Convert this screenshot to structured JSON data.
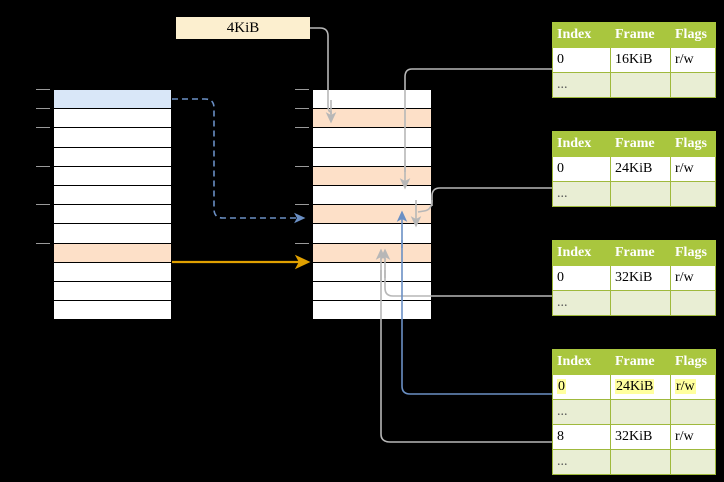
{
  "diagram": {
    "title": "",
    "label_box": {
      "text": "4KiB"
    },
    "colors": {
      "highlight_blue": "#d9e7f8",
      "highlight_peach": "#fde0c8",
      "table_header": "#a9c63e",
      "table_dots_row": "#e9eed4",
      "label_bg": "#fcefcf",
      "arrow_gray": "#b7b7b7",
      "arrow_blue": "#6a8fc4",
      "arrow_orange": "#e0a000",
      "text_highlight": "#ffff9e"
    },
    "left_column": {
      "name": "virtual-address-space",
      "rows": [
        {
          "fill": "blue"
        },
        {
          "fill": "white"
        },
        {
          "fill": "white"
        },
        {
          "fill": "white"
        },
        {
          "fill": "white"
        },
        {
          "fill": "white"
        },
        {
          "fill": "white"
        },
        {
          "fill": "white"
        },
        {
          "fill": "peach"
        },
        {
          "fill": "white"
        },
        {
          "fill": "white"
        },
        {
          "fill": "white"
        }
      ]
    },
    "middle_column": {
      "name": "physical-memory",
      "rows": [
        {
          "fill": "white"
        },
        {
          "fill": "peach"
        },
        {
          "fill": "white"
        },
        {
          "fill": "white"
        },
        {
          "fill": "peach"
        },
        {
          "fill": "white"
        },
        {
          "fill": "peach"
        },
        {
          "fill": "white"
        },
        {
          "fill": "peach"
        },
        {
          "fill": "white"
        },
        {
          "fill": "white"
        },
        {
          "fill": "white"
        }
      ]
    },
    "tables": [
      {
        "name": "page-table-level-4",
        "headers": [
          "Index",
          "Frame",
          "Flags"
        ],
        "rows": [
          {
            "type": "data",
            "cells": [
              "0",
              "16KiB",
              "r/w"
            ],
            "highlight": false
          },
          {
            "type": "dots",
            "cells": [
              "...",
              "",
              ""
            ],
            "highlight": false
          }
        ]
      },
      {
        "name": "page-table-level-3",
        "headers": [
          "Index",
          "Frame",
          "Flags"
        ],
        "rows": [
          {
            "type": "data",
            "cells": [
              "0",
              "24KiB",
              "r/w"
            ],
            "highlight": false
          },
          {
            "type": "dots",
            "cells": [
              "...",
              "",
              ""
            ],
            "highlight": false
          }
        ]
      },
      {
        "name": "page-table-level-2",
        "headers": [
          "Index",
          "Frame",
          "Flags"
        ],
        "rows": [
          {
            "type": "data",
            "cells": [
              "0",
              "32KiB",
              "r/w"
            ],
            "highlight": false
          },
          {
            "type": "dots",
            "cells": [
              "...",
              "",
              ""
            ],
            "highlight": false
          }
        ]
      },
      {
        "name": "page-table-level-1",
        "headers": [
          "Index",
          "Frame",
          "Flags"
        ],
        "rows": [
          {
            "type": "data",
            "cells": [
              "0",
              "24KiB",
              "r/w"
            ],
            "highlight": true
          },
          {
            "type": "dots",
            "cells": [
              "...",
              "",
              ""
            ],
            "highlight": false
          },
          {
            "type": "data",
            "cells": [
              "8",
              "32KiB",
              "r/w"
            ],
            "highlight": false
          },
          {
            "type": "dots",
            "cells": [
              "...",
              "",
              ""
            ],
            "highlight": false
          }
        ]
      }
    ]
  }
}
